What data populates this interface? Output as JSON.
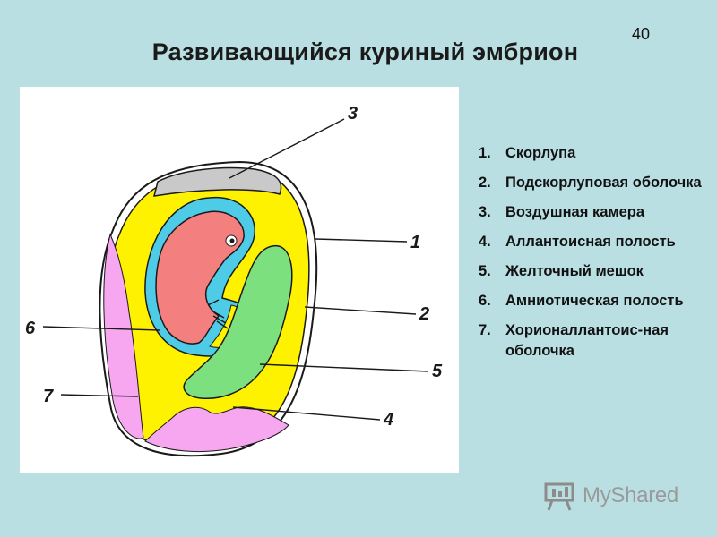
{
  "slide": {
    "number": "40",
    "title": "Развивающийся куриный эмбрион"
  },
  "figure": {
    "callouts": [
      "3",
      "1",
      "2",
      "5",
      "4",
      "6",
      "7"
    ]
  },
  "legend": {
    "items": [
      {
        "num": "1.",
        "text": "Скорлупа"
      },
      {
        "num": "2.",
        "text": "Подскорлуповая оболочка"
      },
      {
        "num": "3.",
        "text": "Воздушная камера"
      },
      {
        "num": "4.",
        "text": "Аллантоисная полость"
      },
      {
        "num": "5.",
        "text": "Желточный мешок"
      },
      {
        "num": "6.",
        "text": "Амниотическая полость"
      },
      {
        "num": "7.",
        "text": "Хорионаллантоис-ная оболочка"
      }
    ]
  },
  "watermark": {
    "text": "MyShared",
    "icon": "presentation-board-icon"
  },
  "colors": {
    "background": "#b9dfe2",
    "yolk_yellow": "#fff200",
    "amnion_cyan": "#4ecbe6",
    "embryo_pink": "#f47f7f",
    "yolk_sac_green": "#7be07d",
    "allantois_pink": "#f6a7f0",
    "air_cell_gray": "#c9c9c9"
  }
}
